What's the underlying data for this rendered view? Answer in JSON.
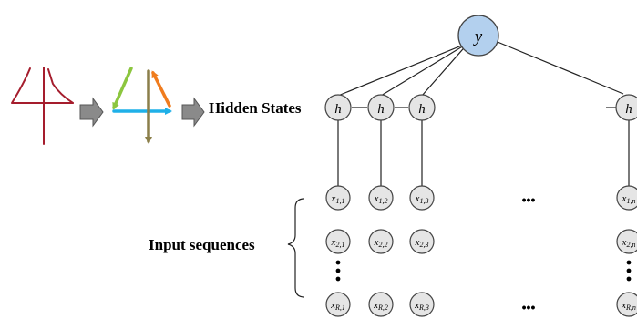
{
  "labels": {
    "hidden_states": "Hidden States",
    "input_sequences": "Input sequences",
    "ellipsis": "•••"
  },
  "nodes": {
    "output": "y",
    "hidden": [
      "h",
      "h",
      "h",
      "h"
    ],
    "inputs": [
      [
        {
          "base": "x",
          "sub": "1,1"
        },
        {
          "base": "x",
          "sub": "1,2"
        },
        {
          "base": "x",
          "sub": "1,3"
        },
        {
          "base": "x",
          "sub": "1,n"
        }
      ],
      [
        {
          "base": "x",
          "sub": "2,1"
        },
        {
          "base": "x",
          "sub": "2,2"
        },
        {
          "base": "x",
          "sub": "2,3"
        },
        {
          "base": "x",
          "sub": "2,n"
        }
      ],
      [
        {
          "base": "x",
          "sub": "R,1"
        },
        {
          "base": "x",
          "sub": "R,2"
        },
        {
          "base": "x",
          "sub": "R,3"
        },
        {
          "base": "x",
          "sub": "R,n"
        }
      ]
    ]
  },
  "colors": {
    "output_fill": "#b3d0ee",
    "node_fill": "#e5e5e5",
    "node_stroke": "#444444",
    "digit_stroke": "#a51d2d",
    "arrow_fill": "#8a8a8a",
    "stroke_green": "#8cc63f",
    "stroke_orange": "#f07c1e",
    "stroke_blue": "#1fb0e8",
    "stroke_olive": "#8b7f4a"
  }
}
